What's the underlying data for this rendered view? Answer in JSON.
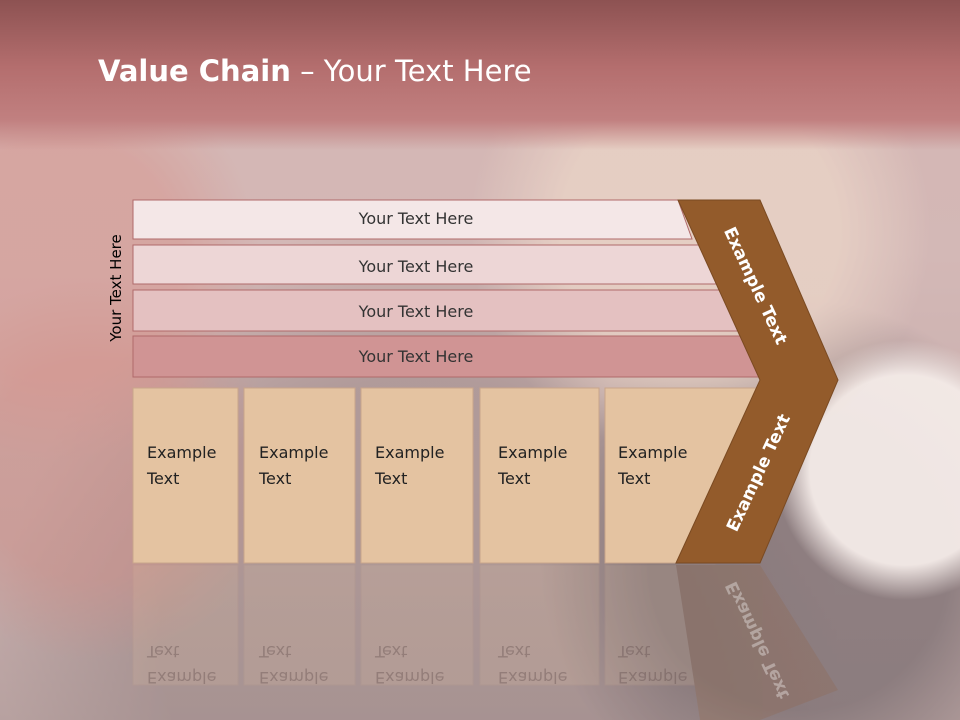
{
  "slide": {
    "title_bold": "Value Chain",
    "title_rest": " – Your Text Here"
  },
  "side_label": "Your Text Here",
  "rows": [
    {
      "label": "Your Text Here"
    },
    {
      "label": "Your Text Here"
    },
    {
      "label": "Your Text Here"
    },
    {
      "label": "Your Text Here"
    }
  ],
  "columns": [
    {
      "line1": "Example",
      "line2": "Text"
    },
    {
      "line1": "Example",
      "line2": "Text"
    },
    {
      "line1": "Example",
      "line2": "Text"
    },
    {
      "line1": "Example",
      "line2": "Text"
    },
    {
      "line1": "Example",
      "line2": "Text"
    }
  ],
  "chevron": {
    "top_label": "Example Text",
    "bottom_label": "Example Text"
  },
  "colors": {
    "header": "#b46e6e",
    "row_1": "#f4e7e7",
    "row_2": "#edd6d6",
    "row_3": "#e4c1c1",
    "row_4": "#d09494",
    "column_fill": "#e4c3a1",
    "chevron": "#935b2b",
    "title_text": "#ffffff"
  }
}
